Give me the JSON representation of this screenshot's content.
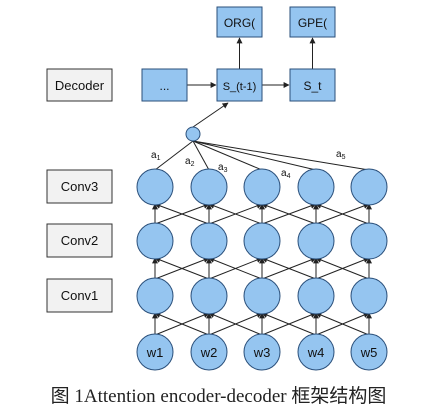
{
  "layers": {
    "decoder": "Decoder",
    "conv3": "Conv3",
    "conv2": "Conv2",
    "conv1": "Conv1"
  },
  "decoder_states": [
    "...",
    "S_(t-1)",
    "S_t"
  ],
  "outputs": [
    "ORG(",
    "GPE("
  ],
  "inputs": [
    "w1",
    "w2",
    "w3",
    "w4",
    "w5"
  ],
  "attention_weights": [
    "a1",
    "a2",
    "a3",
    "a4",
    "a5"
  ],
  "caption": "图  1Attention encoder-decoder 框架结构图",
  "colors": {
    "node_fill": "#95c5f0",
    "node_stroke": "#2a4f7a",
    "label_box_fill": "#f2f2f2",
    "label_box_stroke": "#333333"
  }
}
